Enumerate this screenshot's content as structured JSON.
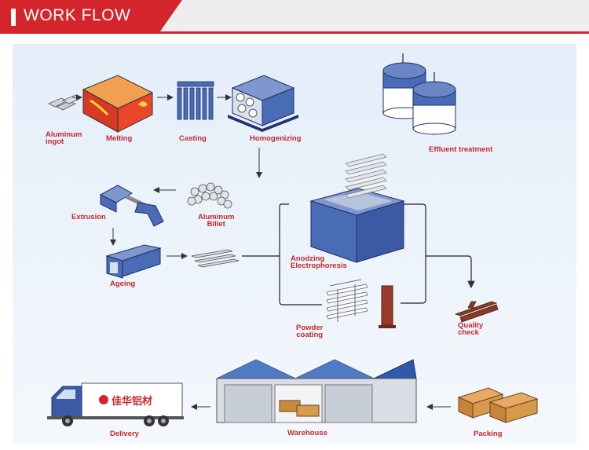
{
  "header": {
    "title": "WORK FLOW"
  },
  "colors": {
    "accent": "#d3252b",
    "label": "#c0282d",
    "blue": "#4a6bb5",
    "panel": "#e9f1fa"
  },
  "steps": {
    "aluminum_ingot": "Aluminum\ningot",
    "melting": "Melting",
    "casting": "Casting",
    "homogenizing": "Homogenizing",
    "effluent_treatment": "Effluent treatment",
    "extrusion": "Extrusion",
    "aluminum_billet": "Aluminum\nBillet",
    "ageing": "Ageing",
    "anodizing": "Anodzing\nElectrophoresis",
    "powder_coating": "Powder\ncoating",
    "quality_check": "Quality\ncheck",
    "delivery": "Delivery",
    "warehouse": "Warehouse",
    "packing": "Packing"
  },
  "truck": {
    "brand": "佳华铝材"
  }
}
